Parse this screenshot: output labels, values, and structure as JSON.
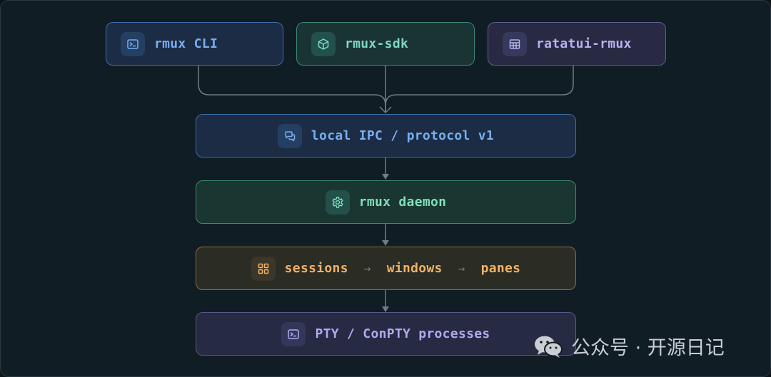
{
  "clients": [
    {
      "label": "rmux CLI",
      "icon": "terminal-icon"
    },
    {
      "label": "rmux-sdk",
      "icon": "cube-icon"
    },
    {
      "label": "ratatui-rmux",
      "icon": "table-icon"
    }
  ],
  "layers": {
    "ipc": {
      "label": "local IPC / protocol v1",
      "icon": "chat-bubbles-icon"
    },
    "daemon": {
      "label": "rmux daemon",
      "icon": "gear-icon"
    },
    "hierarchy": {
      "icon": "grid-icon",
      "parts": [
        "sessions",
        "windows",
        "panes"
      ],
      "separator": "→"
    },
    "processes": {
      "label": "PTY / ConPTY processes",
      "icon": "terminal-icon"
    }
  },
  "watermark": {
    "text": "公众号 · 开源日记",
    "icon": "wechat-icon"
  },
  "colors": {
    "background": "#111d24",
    "blue": "#79aef0",
    "teal": "#7fd6c2",
    "purple": "#b9b0ef",
    "green": "#7fe0bb",
    "amber": "#f2b266",
    "connector": "#6f7c87"
  }
}
